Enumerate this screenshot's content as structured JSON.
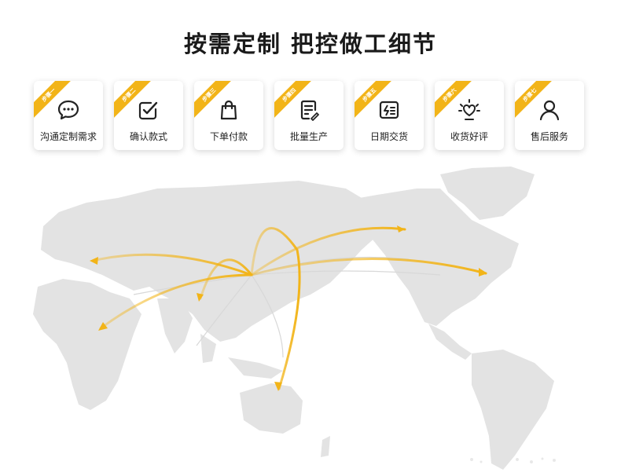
{
  "title": "按需定制 把控做工细节",
  "steps": [
    {
      "badge": "步骤一",
      "label": "沟通定制需求",
      "icon": "chat-bubble-icon"
    },
    {
      "badge": "步骤二",
      "label": "确认款式",
      "icon": "check-square-icon"
    },
    {
      "badge": "步骤三",
      "label": "下单付款",
      "icon": "shopping-bag-icon"
    },
    {
      "badge": "步骤四",
      "label": "批量生产",
      "icon": "document-list-icon"
    },
    {
      "badge": "步骤五",
      "label": "日期交货",
      "icon": "delivery-card-icon"
    },
    {
      "badge": "步骤六",
      "label": "收货好评",
      "icon": "heart-sun-icon"
    },
    {
      "badge": "步骤七",
      "label": "售后服务",
      "icon": "user-icon"
    }
  ],
  "colors": {
    "accent": "#f2b418",
    "map": "#e3e3e3",
    "title": "#1a1a1a"
  }
}
